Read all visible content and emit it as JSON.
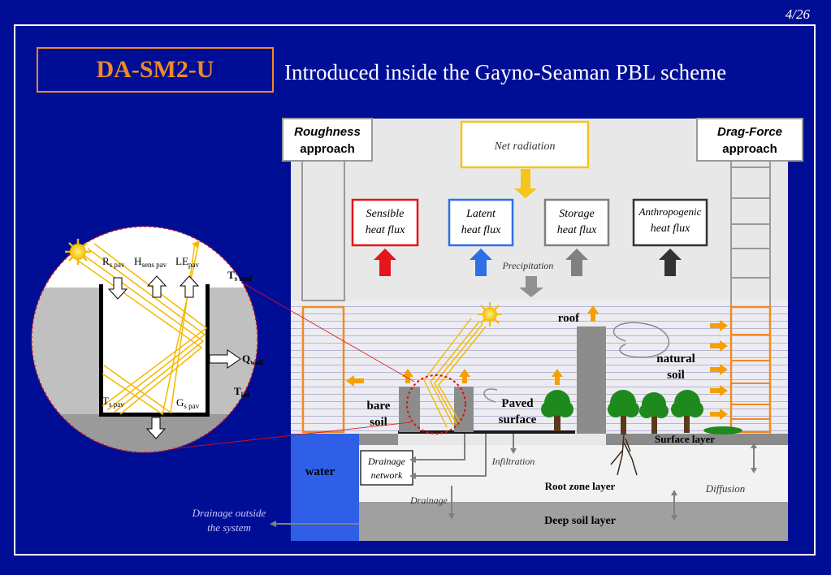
{
  "page_number": "4/26",
  "title": "DA-SM2-U",
  "subtitle": "Introduced inside the Gayno-Seaman PBL scheme",
  "approaches": {
    "left": [
      "Roughness",
      "approach"
    ],
    "right": [
      "Drag-Force",
      "approach"
    ]
  },
  "fluxes": {
    "net_radiation": "Net radiation",
    "sensible": [
      "Sensible",
      "heat flux"
    ],
    "latent": [
      "Latent",
      "heat flux"
    ],
    "storage": [
      "Storage",
      "heat flux"
    ],
    "anthropogenic": [
      "Anthropogenic",
      "heat flux"
    ]
  },
  "labels": {
    "precipitation": "Precipitation",
    "roof": "roof",
    "natural_soil": [
      "natural",
      "soil"
    ],
    "bare_soil": [
      "bare",
      "soil"
    ],
    "paved_surface": [
      "Paved",
      "surface"
    ],
    "surface_layer": "Surface layer",
    "water": "water",
    "drainage_network": [
      "Drainage",
      "network"
    ],
    "infiltration": "Infiltration",
    "drainage": "Drainage",
    "root_zone_layer": "Root zone layer",
    "diffusion": "Diffusion",
    "deep_soil_layer": "Deep soil layer",
    "drainage_outside": [
      "Drainage outside",
      "the system"
    ]
  },
  "zoom": {
    "r_s_pav": {
      "main": "R",
      "sub": "s pav"
    },
    "h_sens_pav": {
      "main": "H",
      "sub": "sens pav"
    },
    "le_pav": {
      "main": "LE",
      "sub": "pav"
    },
    "t_s_roof": {
      "main": "T",
      "sub": "s roof"
    },
    "q_wall": {
      "main": "Q",
      "sub": "wall"
    },
    "t_int": {
      "main": "T",
      "sub": "int"
    },
    "t_s_pav": {
      "main": "T",
      "sub": "s pav"
    },
    "g_s_pav": {
      "main": "G",
      "sub": "s pav"
    }
  },
  "colors": {
    "background": "#000e96",
    "accent_orange": "#f08a24",
    "net_radiation": "#f5c518",
    "sensible": "#e8141c",
    "latent": "#2e6fe8",
    "storage": "#808080",
    "anthropogenic": "#333333",
    "water": "#2e5fe6"
  }
}
